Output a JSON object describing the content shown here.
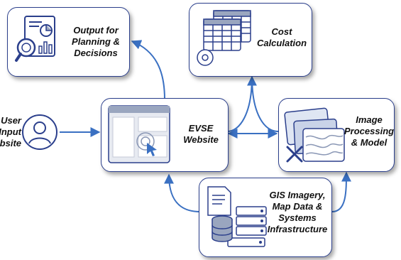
{
  "nodes": {
    "output": {
      "label": "Output for\nPlanning &\nDecisions",
      "icon": "report-magnifier-icon"
    },
    "cost": {
      "label": "Cost\nCalculation",
      "icon": "spreadsheet-gear-icon"
    },
    "website": {
      "label": "EVSE\nWebsite",
      "icon": "browser-click-icon"
    },
    "image": {
      "label": "Image\nProcessing\n& Model",
      "icon": "map-layers-tools-icon"
    },
    "gis": {
      "label": "GIS Imagery,\nMap Data &\nSystems\nInfrastructure",
      "icon": "document-database-server-icon"
    },
    "user": {
      "label": "User\nInput\nWebsite",
      "icon": "user-avatar-icon"
    }
  },
  "colors": {
    "accent": "#3a70c2",
    "border": "#2b3f8c",
    "icon_fill": "#9aa6bf"
  }
}
